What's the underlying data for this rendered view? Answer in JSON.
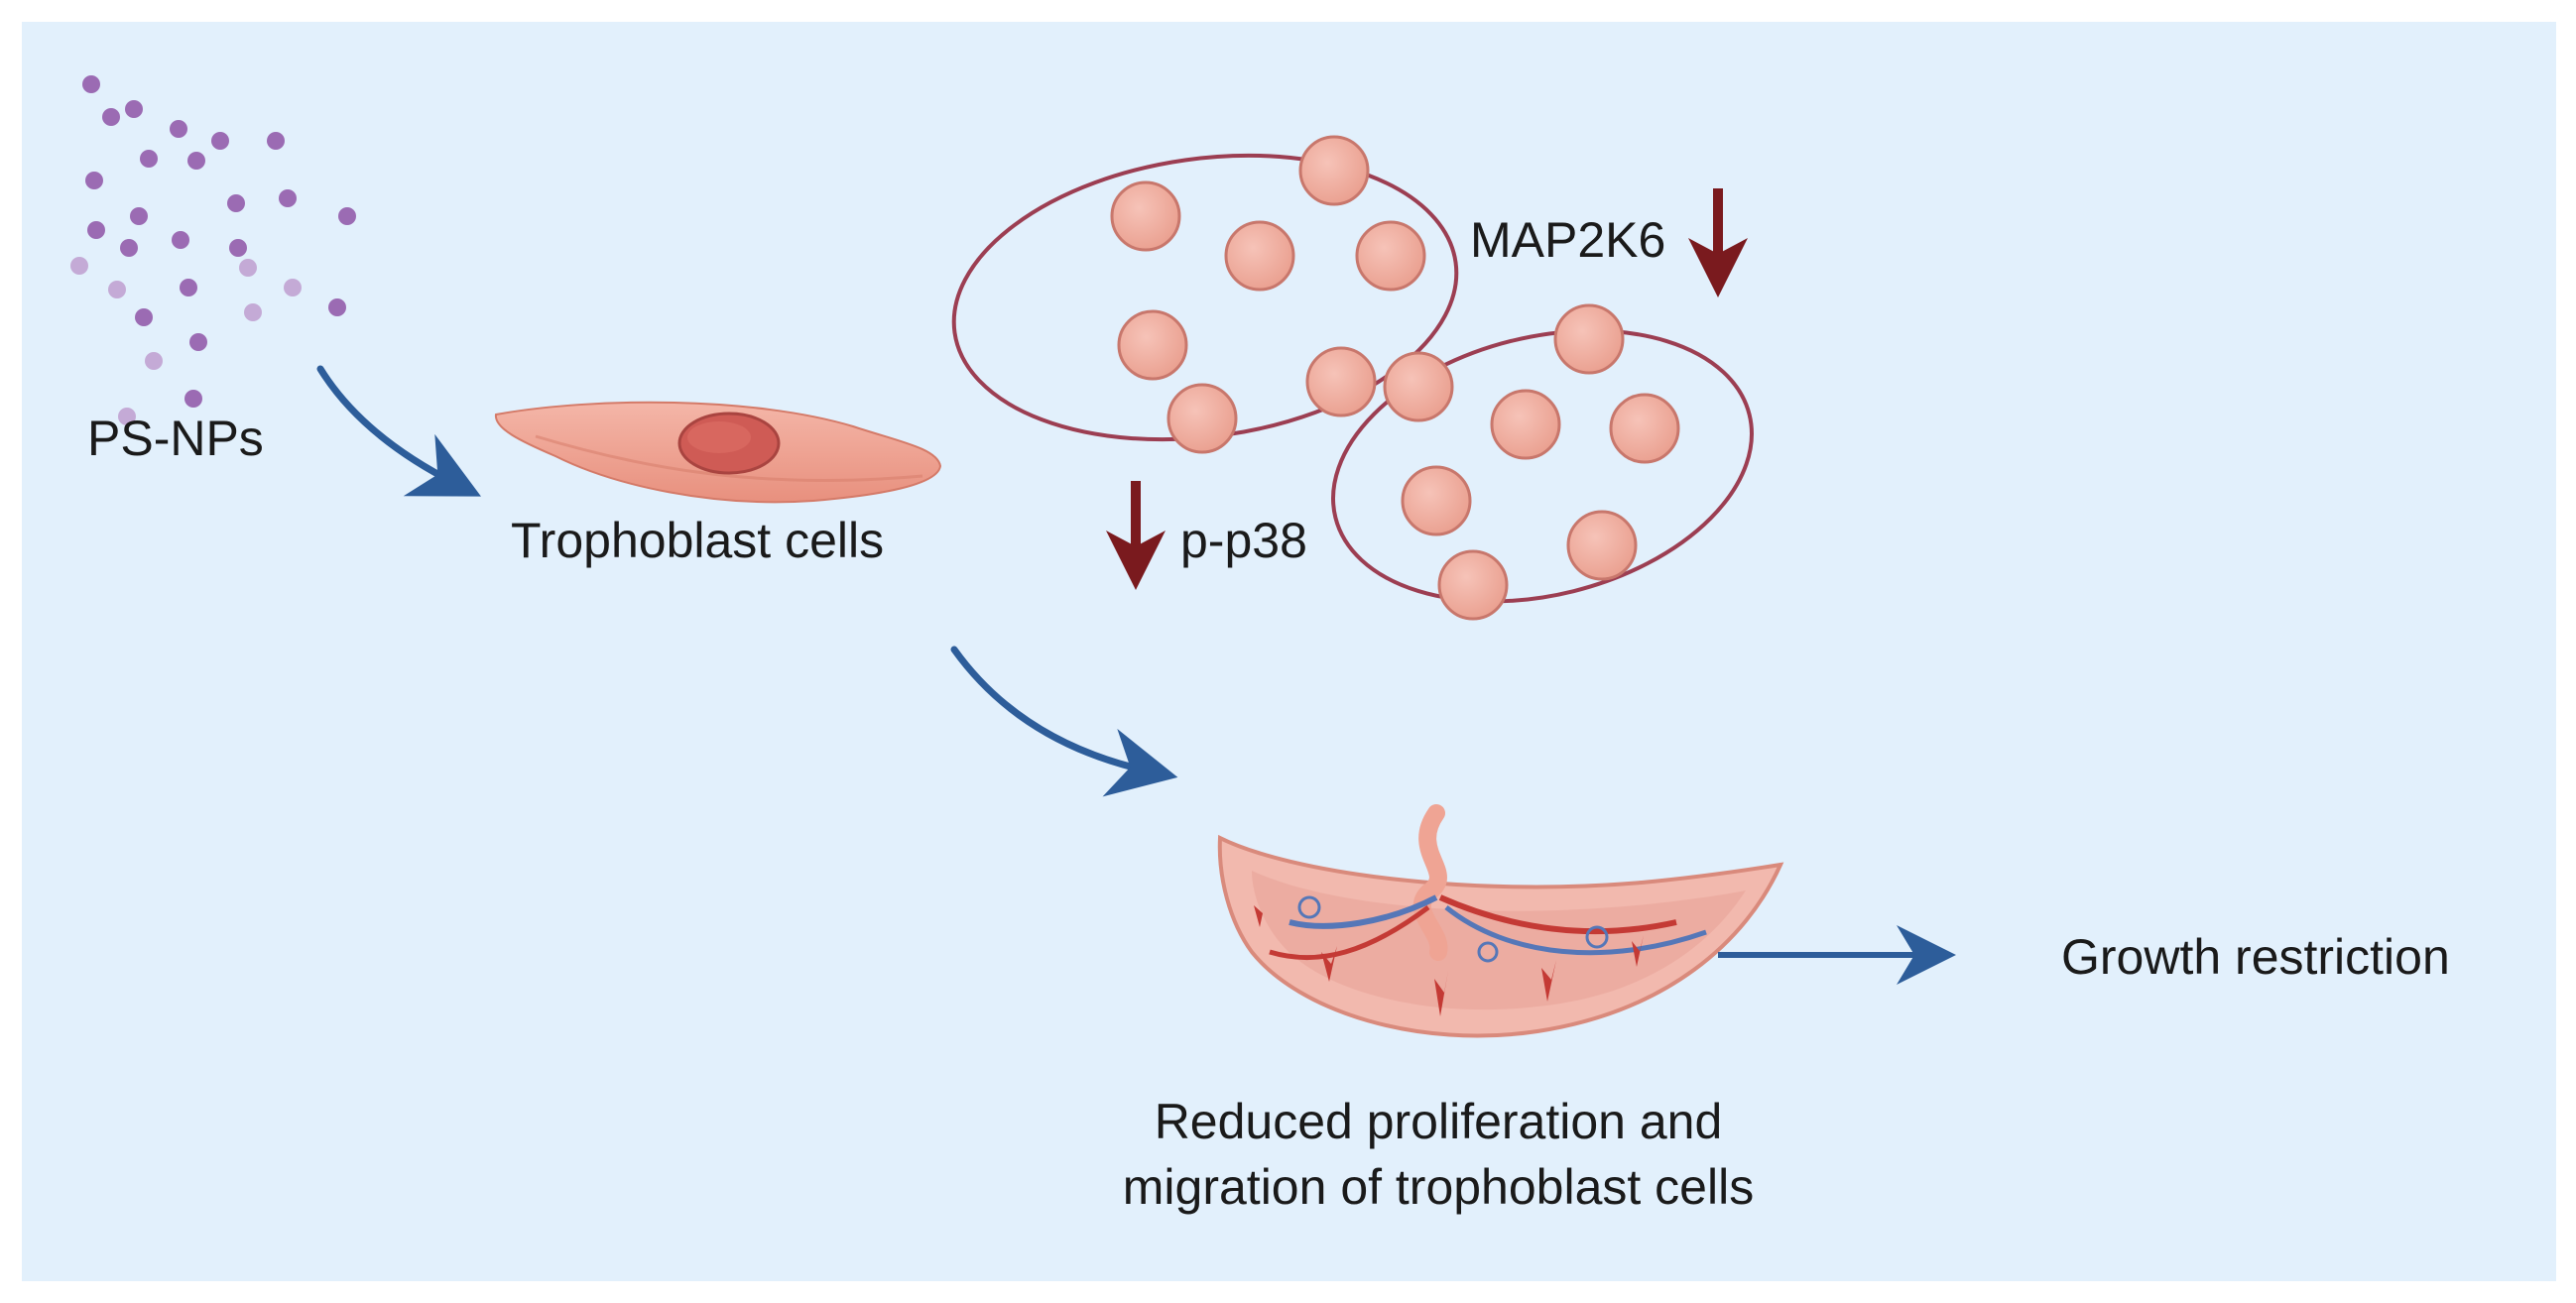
{
  "labels": {
    "nanoparticles": "PS-NPs",
    "trophoblast": "Trophoblast cells",
    "map2k6": "MAP2K6",
    "p_p38": "p-p38",
    "growth": "Growth restriction",
    "reduced_line1": "Reduced proliferation and",
    "reduced_line2": "migration of trophoblast cells"
  },
  "colors": {
    "panel_background": "#e2f0fc",
    "flow_arrow": "#2d5d9a",
    "down_arrow": "#7a1a1e",
    "nanoparticle_dark": "#9b6bb3",
    "nanoparticle_light": "#c4aad6",
    "protein_bead": "#eeaa9d",
    "protein_bead_outline": "#c8776c",
    "protein_loop": "#9c3e52",
    "cell_body": "#efa494",
    "cell_nucleus": "#cf5b55",
    "placenta": "#f2b9ae",
    "blood_red": "#c43a35",
    "blood_blue": "#5577b8"
  },
  "icons": {
    "flow_arrows": "curved-arrow-icon",
    "decrease": "down-arrow-icon",
    "cell": "trophoblast-cell-icon",
    "complex": "protein-complex-icon",
    "organ": "placenta-icon"
  }
}
